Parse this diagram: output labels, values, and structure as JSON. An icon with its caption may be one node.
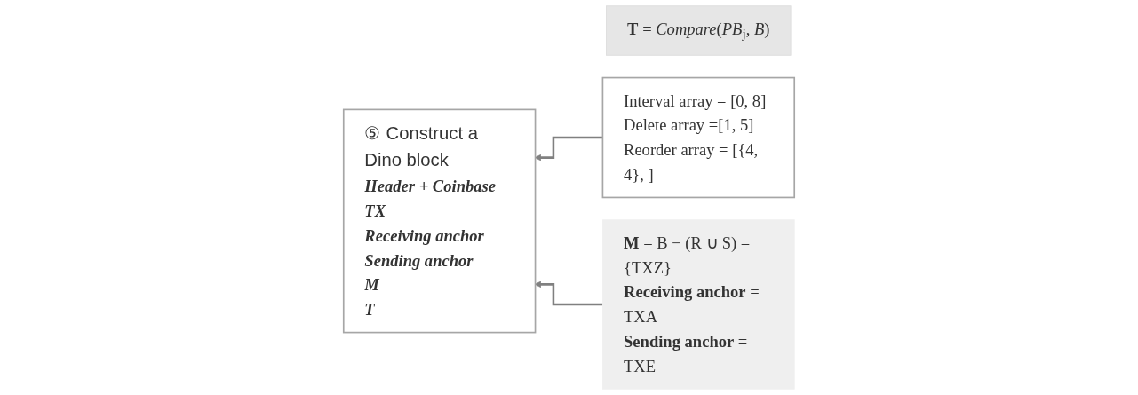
{
  "diagram": {
    "nodes": [
      {
        "text": [
          "⑤ Construct a Dino block",
          "Header + Coinbase TX",
          "Receiving anchor",
          "Sending anchor",
          "M",
          "T"
        ]
      },
      {
        "text": [
          "**T** = *Compare*(*PB*$_{j}$, *B*)"
        ]
      },
      {
        "text": [
          "Interval array = [0, 8]",
          "Delete array =[1, 5]",
          "Reorder array = [{4, 4}, ]"
        ]
      },
      {
        "text": [
          "**M** = B − (R ∪ S) = {TXZ}",
          "**Receiving anchor** = TXA",
          "**Sending anchor** = TXE"
        ]
      }
    ],
    "edges": [
      {
        "from": 2,
        "to": 0,
        "arrow": "to"
      },
      {
        "from": 3,
        "to": 0,
        "arrow": "to"
      }
    ]
  }
}
